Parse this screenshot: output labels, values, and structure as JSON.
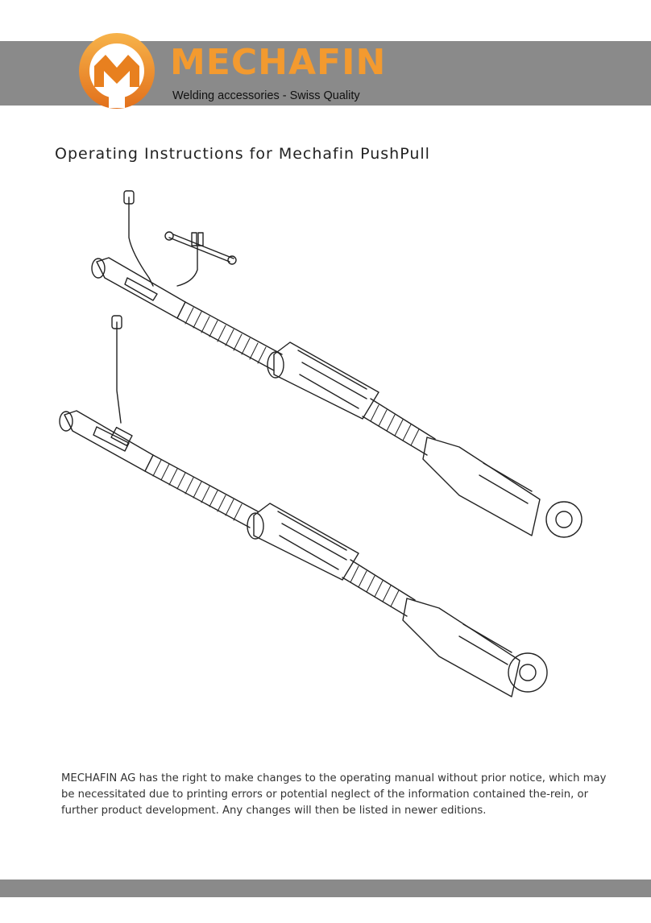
{
  "header": {
    "brand": "MECHAFIN",
    "tagline": "Welding accessories - Swiss Quality",
    "colors": {
      "band": "#8a8a8a",
      "brand_orange": "#f39a2f",
      "logo_dark": "#e2701b"
    }
  },
  "document": {
    "title": "Operating Instructions for Mechafin PushPull",
    "disclaimer": "MECHAFIN AG has the right to make changes to the operating manual without prior notice, which may be necessitated due to printing errors or potential neglect of the information contained the-rein, or further product development. Any changes will then be listed in newer editions."
  },
  "illustration": {
    "subject": "two-pushpull-torch-hose-packages-line-drawing"
  }
}
